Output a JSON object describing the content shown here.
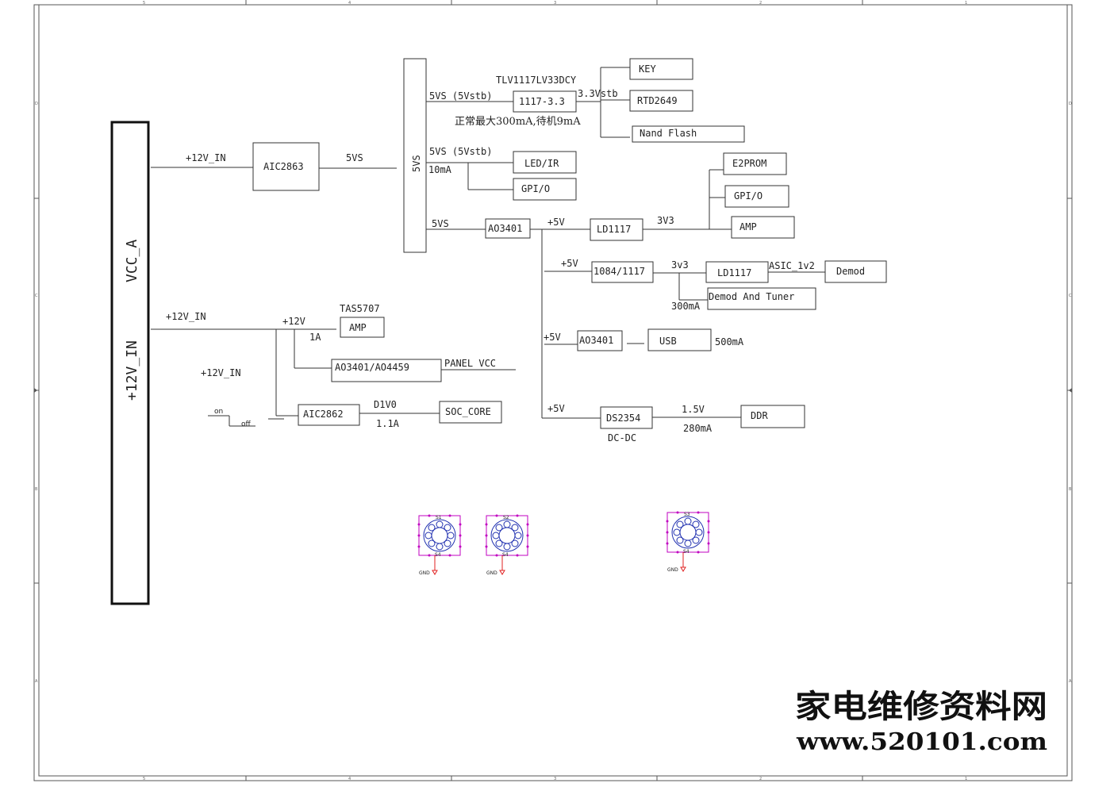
{
  "bus": {
    "left_label": "+12V_IN",
    "right_label": "VCC_A"
  },
  "vertical_bar_label": "5VS",
  "labels": {
    "in_12v_top": "+12V_IN",
    "aic2863": "AIC2863",
    "out_5vs": "5VS",
    "tlv_part": "TLV1117LV33DCY",
    "vs_5vstb_a": "5VS (5Vstb)",
    "ldo_1117": "1117-3.3",
    "v33stb": "3.3Vstb",
    "standby_note": "正常最大300mA,待机9mA",
    "key": "KEY",
    "rtd2649": "RTD2649",
    "nand_flash": "Nand Flash",
    "vs_5vstb_b": "5VS (5Vstb)",
    "ma10": "10mA",
    "led_ir": "LED/IR",
    "gpio_a": "GPI/O",
    "e2prom": "E2PROM",
    "gpio_b": "GPI/O",
    "amp_b": "AMP",
    "vs_5vs_c": "5VS",
    "ao3401_a": "AO3401",
    "p5v_a": "+5V",
    "ld1117_a": "LD1117",
    "v3v3": "3V3",
    "p5v_b": "+5V",
    "reg_1084": "1084/1117",
    "v3v3_low": "3v3",
    "ld1117_b": "LD1117",
    "asic_1v2": "ASIC_1v2",
    "demod": "Demod",
    "ma300": "300mA",
    "demod_tuner": "Demod And Tuner",
    "p5v_c": "+5V",
    "ao3401_b": "AO3401",
    "usb": "USB",
    "ma500": "500mA",
    "p5v_d": "+5V",
    "ds2354": "DS2354",
    "v15": "1.5V",
    "ddr": "DDR",
    "dc_dc": "DC-DC",
    "ma280": "280mA",
    "in_12v_mid": "+12V_IN",
    "p12v": "+12V",
    "a1": "1A",
    "tas5707": "TAS5707",
    "amp_a": "AMP",
    "ao3401_ao4459": "AO3401/AO4459",
    "panel_vcc": "PANEL VCC",
    "in_12v_low": "+12V_IN",
    "sw_on": "on",
    "sw_off": "off",
    "aic2862": "AIC2862",
    "d1v0": "D1V0",
    "a11": "1.1A",
    "soc_core": "SOC_CORE"
  },
  "mounting_holes": [
    {
      "top": "S1",
      "bottom": "S4",
      "gnd": "GND"
    },
    {
      "top": "S2",
      "bottom": "S4",
      "gnd": "GND"
    },
    {
      "top": "S3",
      "bottom": "S4",
      "gnd": "GND"
    }
  ],
  "frame_ticks": {
    "top": [
      "5",
      "4",
      "3",
      "2",
      "1"
    ],
    "bottom": [
      "5",
      "4",
      "3",
      "2",
      "1"
    ],
    "left": [
      "D",
      "C",
      "B",
      "A"
    ],
    "right": [
      "D",
      "C",
      "B",
      "A"
    ]
  },
  "watermark": {
    "cn": "家电维修资料网",
    "url": "www.520101.com"
  }
}
